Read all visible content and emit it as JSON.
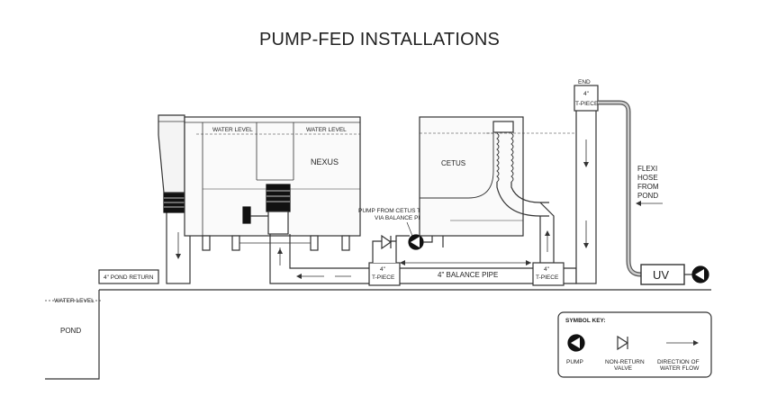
{
  "title": "PUMP-FED INSTALLATIONS",
  "labels": {
    "end": "END",
    "tpiece_top_1": "4\"",
    "tpiece_top_2": "T-PIECE",
    "water_level_a": "WATER LEVEL",
    "water_level_b": "WATER LEVEL",
    "nexus": "NEXUS",
    "cetus": "CETUS",
    "flexi_hose": [
      "FLEXI",
      "HOSE",
      "FROM",
      "POND"
    ],
    "pump_from_cetus": [
      "PUMP FROM CETUS TO NEXUS",
      "VIA BALANCE PIPE"
    ],
    "pond_return": "4\" POND RETURN",
    "tpiece_left_1": "4\"",
    "tpiece_left_2": "T-PIECE",
    "balance_pipe": "4\" BALANCE PIPE",
    "tpiece_right_1": "4\"",
    "tpiece_right_2": "T-PIECE",
    "uv": "UV",
    "water_level_pond": "WATER LEVEL",
    "pond": "POND"
  },
  "symbol_key": {
    "heading": "SYMBOL KEY:",
    "pump": "PUMP",
    "non_return_valve": [
      "NON-RETURN",
      "VALVE"
    ],
    "direction": [
      "DIRECTION OF",
      "WATER FLOW"
    ]
  },
  "icons": [
    "pump-icon",
    "non-return-valve-icon",
    "flow-arrow-icon"
  ]
}
